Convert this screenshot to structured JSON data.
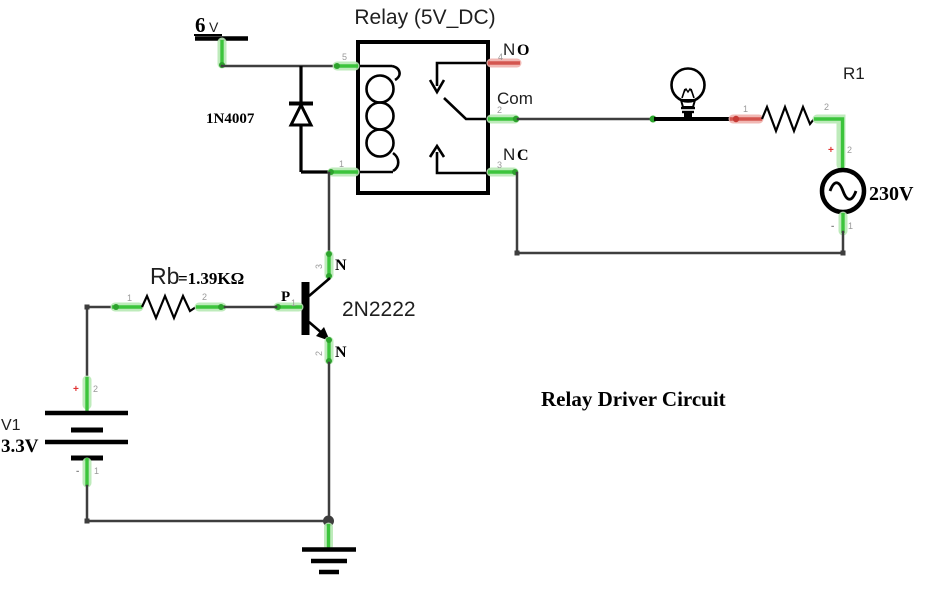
{
  "title": "Relay (5V_DC)",
  "caption": "Relay Driver Circuit",
  "supply": {
    "value": "6",
    "unit": "V"
  },
  "relay": {
    "pins": {
      "p5": "5",
      "p1": "1",
      "p4": "4",
      "p2": "2",
      "p3": "3"
    },
    "no_prefix": "N",
    "no_suffix": "O",
    "com": "Com",
    "nc_prefix": "N",
    "nc_suffix": "C"
  },
  "diode": {
    "label": "1N4007"
  },
  "rb": {
    "name": "Rb",
    "value": "=1.39KΩ",
    "pin1": "1",
    "pin2": "2"
  },
  "transistor": {
    "part": "2N2222",
    "base": "P",
    "base_pin": "1",
    "collector": "N",
    "collector_pin": "3",
    "emitter": "N",
    "emitter_pin": "2"
  },
  "battery": {
    "name": "V1",
    "value": "3.3V",
    "plus": "+",
    "plus_pin": "2",
    "minus": "-",
    "minus_pin": "1"
  },
  "r1": {
    "name": "R1",
    "pin1": "1",
    "pin2": "2"
  },
  "ac_source": {
    "value": "230V",
    "plus": "+",
    "plus_pin": "2",
    "minus": "-",
    "minus_pin": "1"
  },
  "colors": {
    "wire": "#3e3e3e",
    "pin_green": "#3cc43c",
    "pin_green_halo": "#b7e9b4",
    "pin_red": "#d4554f",
    "pin_red_halo": "#efb0ac",
    "pin_number_gray": "#9a9a9a",
    "plus_red": "#e03131",
    "component_black": "#000000",
    "background": "#ffffff"
  }
}
